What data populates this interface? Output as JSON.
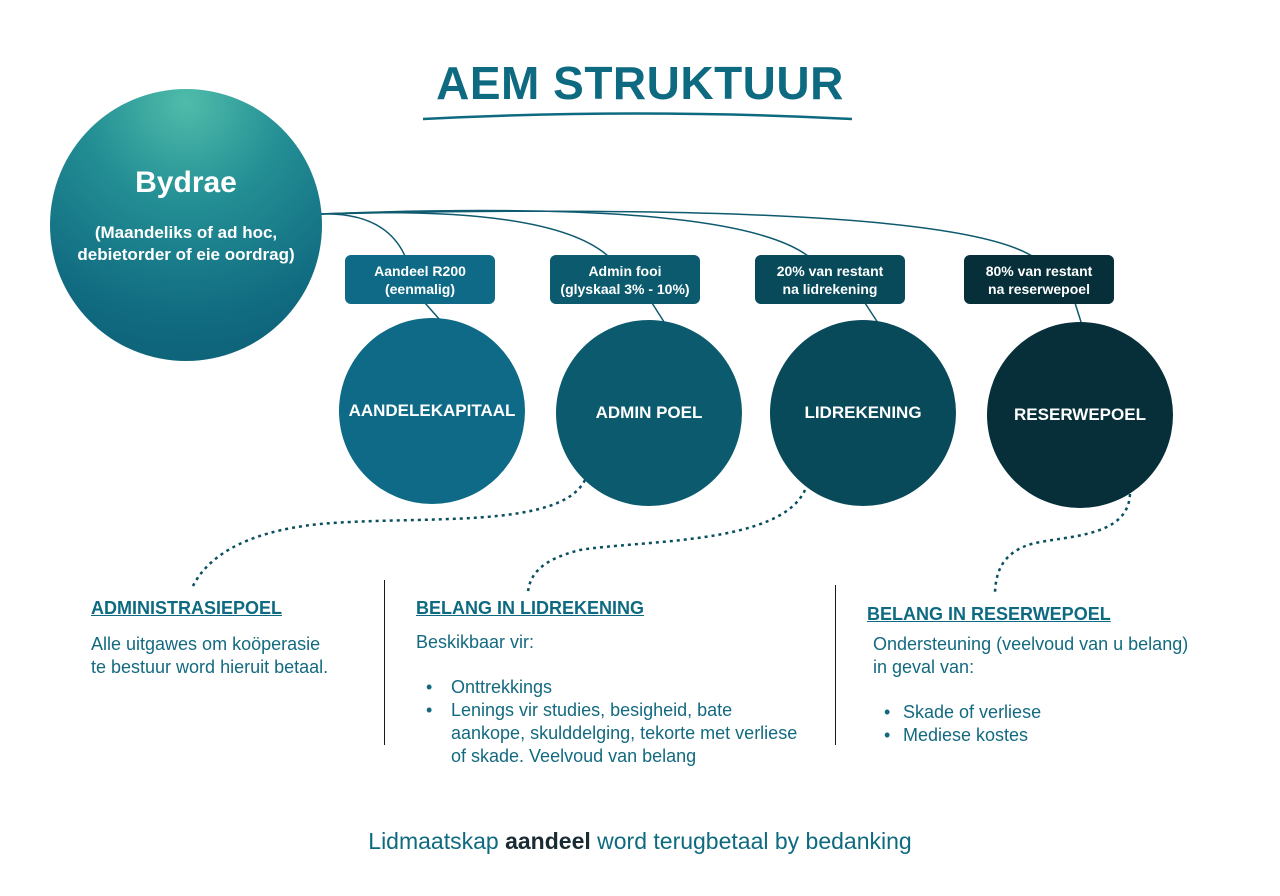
{
  "title": "AEM STRUKTUUR",
  "colors": {
    "primary": "#0e6a80",
    "circle_aandele": "#0e6a86",
    "circle_admin": "#0b5a6e",
    "circle_lid": "#084a5a",
    "circle_reserwe": "#062f3a"
  },
  "source": {
    "title": "Bydrae",
    "subtitle": "(Maandeliks of ad hoc,\ndebietorder of eie oordrag)"
  },
  "flows": [
    {
      "label": "Aandeel R200\n(eenmalig)",
      "target": "AANDELEKAPITAAL"
    },
    {
      "label": "Admin fooi\n(glyskaal 3% - 10%)",
      "target": "ADMIN POEL"
    },
    {
      "label": "20% van restant\nna lidrekening",
      "target": "LIDREKENING"
    },
    {
      "label": "80% van restant\nna reserwepoel",
      "target": "RESERWEPOEL"
    }
  ],
  "sections": {
    "admin": {
      "heading": "ADMINISTRASIEPOEL",
      "body": "Alle uitgawes om koöperasie\nte bestuur word  hieruit betaal."
    },
    "lid": {
      "heading": "BELANG IN LIDREKENING",
      "intro": "Beskikbaar vir:",
      "items": [
        "Onttrekkings",
        "Lenings vir studies, besigheid, bate aankope, skulddelging, tekorte met verliese of skade. Veelvoud van  belang"
      ]
    },
    "reserwe": {
      "heading": "BELANG IN RESERWEPOEL",
      "intro": "Ondersteuning (veelvoud van u belang)\nin geval van:",
      "items": [
        "Skade of verliese",
        "Mediese kostes"
      ]
    }
  },
  "footer": {
    "prefix": "Lidmaatskap",
    "bold": "aandeel",
    "suffix": "word terugbetaal by bedanking"
  }
}
